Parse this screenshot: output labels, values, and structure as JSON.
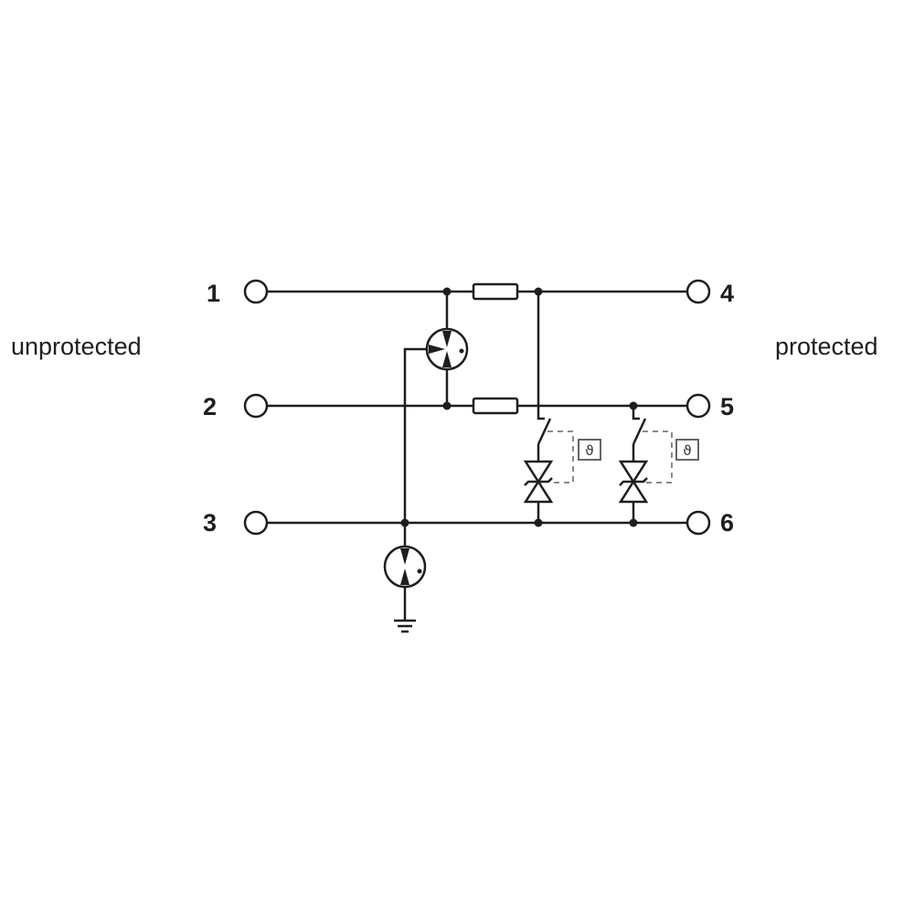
{
  "labels": {
    "left_side": "unprotected",
    "right_side": "protected"
  },
  "terminals": {
    "t1": "1",
    "t2": "2",
    "t3": "3",
    "t4": "4",
    "t5": "5",
    "t6": "6"
  },
  "thermal_symbol": "ϑ",
  "colors": {
    "line": "#1e1e1e",
    "dashed": "#8a8a8a",
    "background": "#ffffff"
  }
}
